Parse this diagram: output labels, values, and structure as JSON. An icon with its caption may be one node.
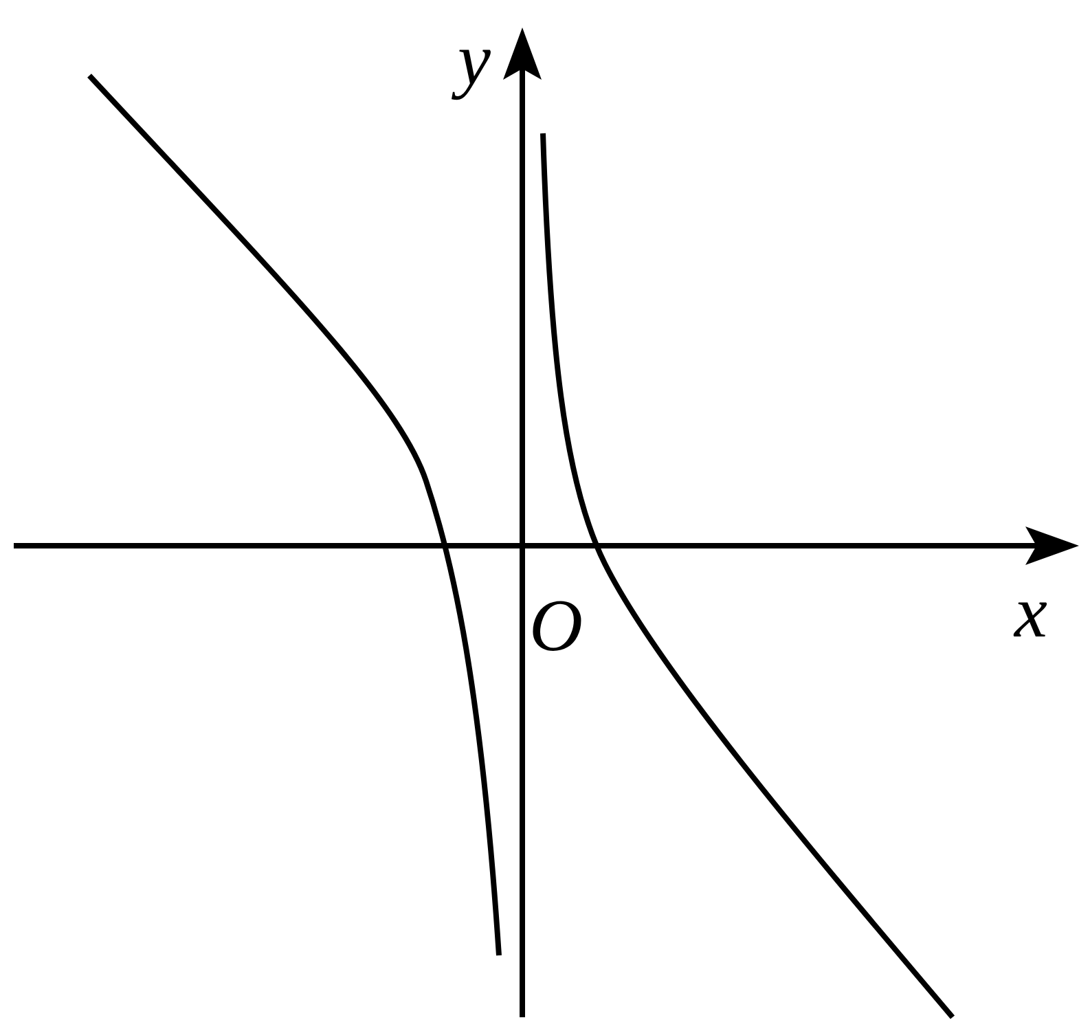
{
  "diagram": {
    "labels": [
      "y",
      "O",
      "x"
    ]
  }
}
